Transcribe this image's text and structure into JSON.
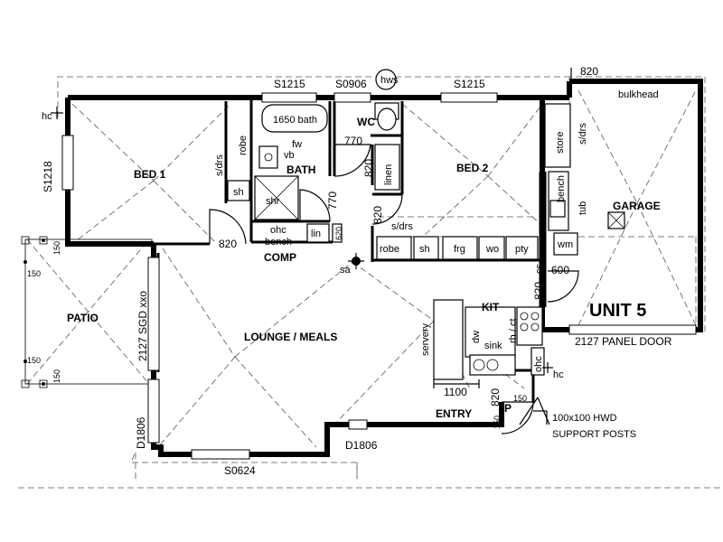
{
  "title": "UNIT 5",
  "rooms": {
    "bed1": "BED 1",
    "bed2": "BED 2",
    "bath": "BATH",
    "wc": "WC",
    "garage": "GARAGE",
    "comp": "COMP",
    "lounge": "LOUNGE / MEALS",
    "patio": "PATIO",
    "kit": "KIT",
    "entry": "ENTRY"
  },
  "windows": {
    "top_left": "S1215",
    "top_mid": "S0906",
    "top_right": "S1215",
    "left_bed1": "S1218",
    "bottom": "S0624",
    "patio_door": "2127 SGD xxo",
    "d_left": "D1806",
    "d_right": "D1806"
  },
  "fixtures": {
    "hws": "hws",
    "bath": "1650 bath",
    "vb": "vb",
    "fw": "fw",
    "robe_bed1": "robe",
    "sdrs_bed1": "s/drs",
    "sh_bed1": "sh",
    "shr": "shr",
    "ohc_bath": "ohc",
    "bench_bath": "bench",
    "lin": "lin",
    "linen": "linen",
    "sdrs_bed2": "s/drs",
    "robe_bed2": "robe",
    "sh_bed2": "sh",
    "frg": "frg",
    "wo": "wo",
    "pty": "pty",
    "store": "store",
    "sdrs_store": "s/drs",
    "bench_garage": "bench",
    "tub": "tub",
    "wm": "wm",
    "bulkhead": "bulkhead",
    "cs": "cs",
    "servery": "servery",
    "dw": "dw",
    "sink": "sink",
    "rh_ct": "rh / ct",
    "ohc_kit": "ohc",
    "sa": "sa",
    "hc_top": "hc",
    "hc_kit": "hc",
    "p": "P"
  },
  "dimensions": {
    "d820_garage": "820",
    "d770_wc": "770",
    "d820_linen": "820",
    "d770_bath": "770",
    "d820_bed2": "820",
    "d620": "620",
    "d820_bed1": "820",
    "d600": "600",
    "d820_kit": "820",
    "d1100": "1100",
    "d820_entry": "820",
    "d150_entry_a": "150",
    "d150_entry_b": "150",
    "d150_patio_a": "150",
    "d150_patio_b": "150",
    "d150_patio_c": "150",
    "d150_patio_d": "150"
  },
  "notes": {
    "panel_door": "2127 PANEL DOOR",
    "posts_line1": "100x100 HWD",
    "posts_line2": "SUPPORT POSTS"
  }
}
